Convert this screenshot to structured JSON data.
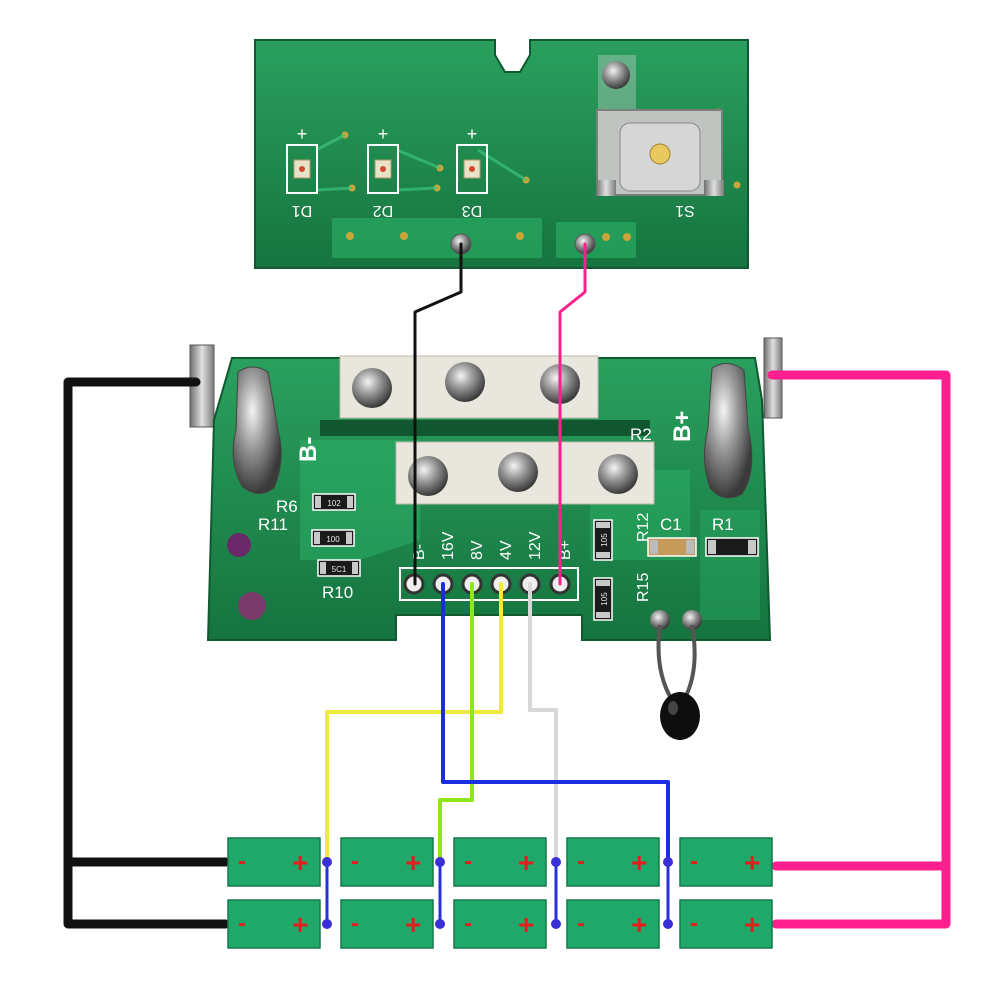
{
  "top_board": {
    "led_labels": [
      "D1",
      "D2",
      "D3"
    ],
    "led_polarity": "+",
    "switch_label": "S1"
  },
  "main_board": {
    "pad_labels": [
      "B-",
      "B+"
    ],
    "connector_labels": [
      "B-",
      "16V",
      "8V",
      "4V",
      "12V",
      "B+"
    ],
    "resistor_labels": [
      "R6",
      "R11",
      "R10",
      "R12",
      "R15",
      "C1",
      "R1",
      "R2"
    ],
    "chip_codes": [
      "102",
      "100",
      "5C1",
      "105",
      "105"
    ]
  },
  "cells": {
    "minus": "-",
    "plus": "+"
  },
  "colors": {
    "pcb": "#1f8f52",
    "cell": "#1fa86a",
    "wire_black": "#111111",
    "wire_pink": "#ff1f8f",
    "wire_blue": "#1a2ee0",
    "wire_green": "#8ee61a",
    "wire_yellow": "#f0ea3a",
    "wire_white": "#d8d8d8",
    "cell_minus": "#e0201f",
    "cell_plus": "#e0201f",
    "node_dot": "#3a2ed8"
  }
}
